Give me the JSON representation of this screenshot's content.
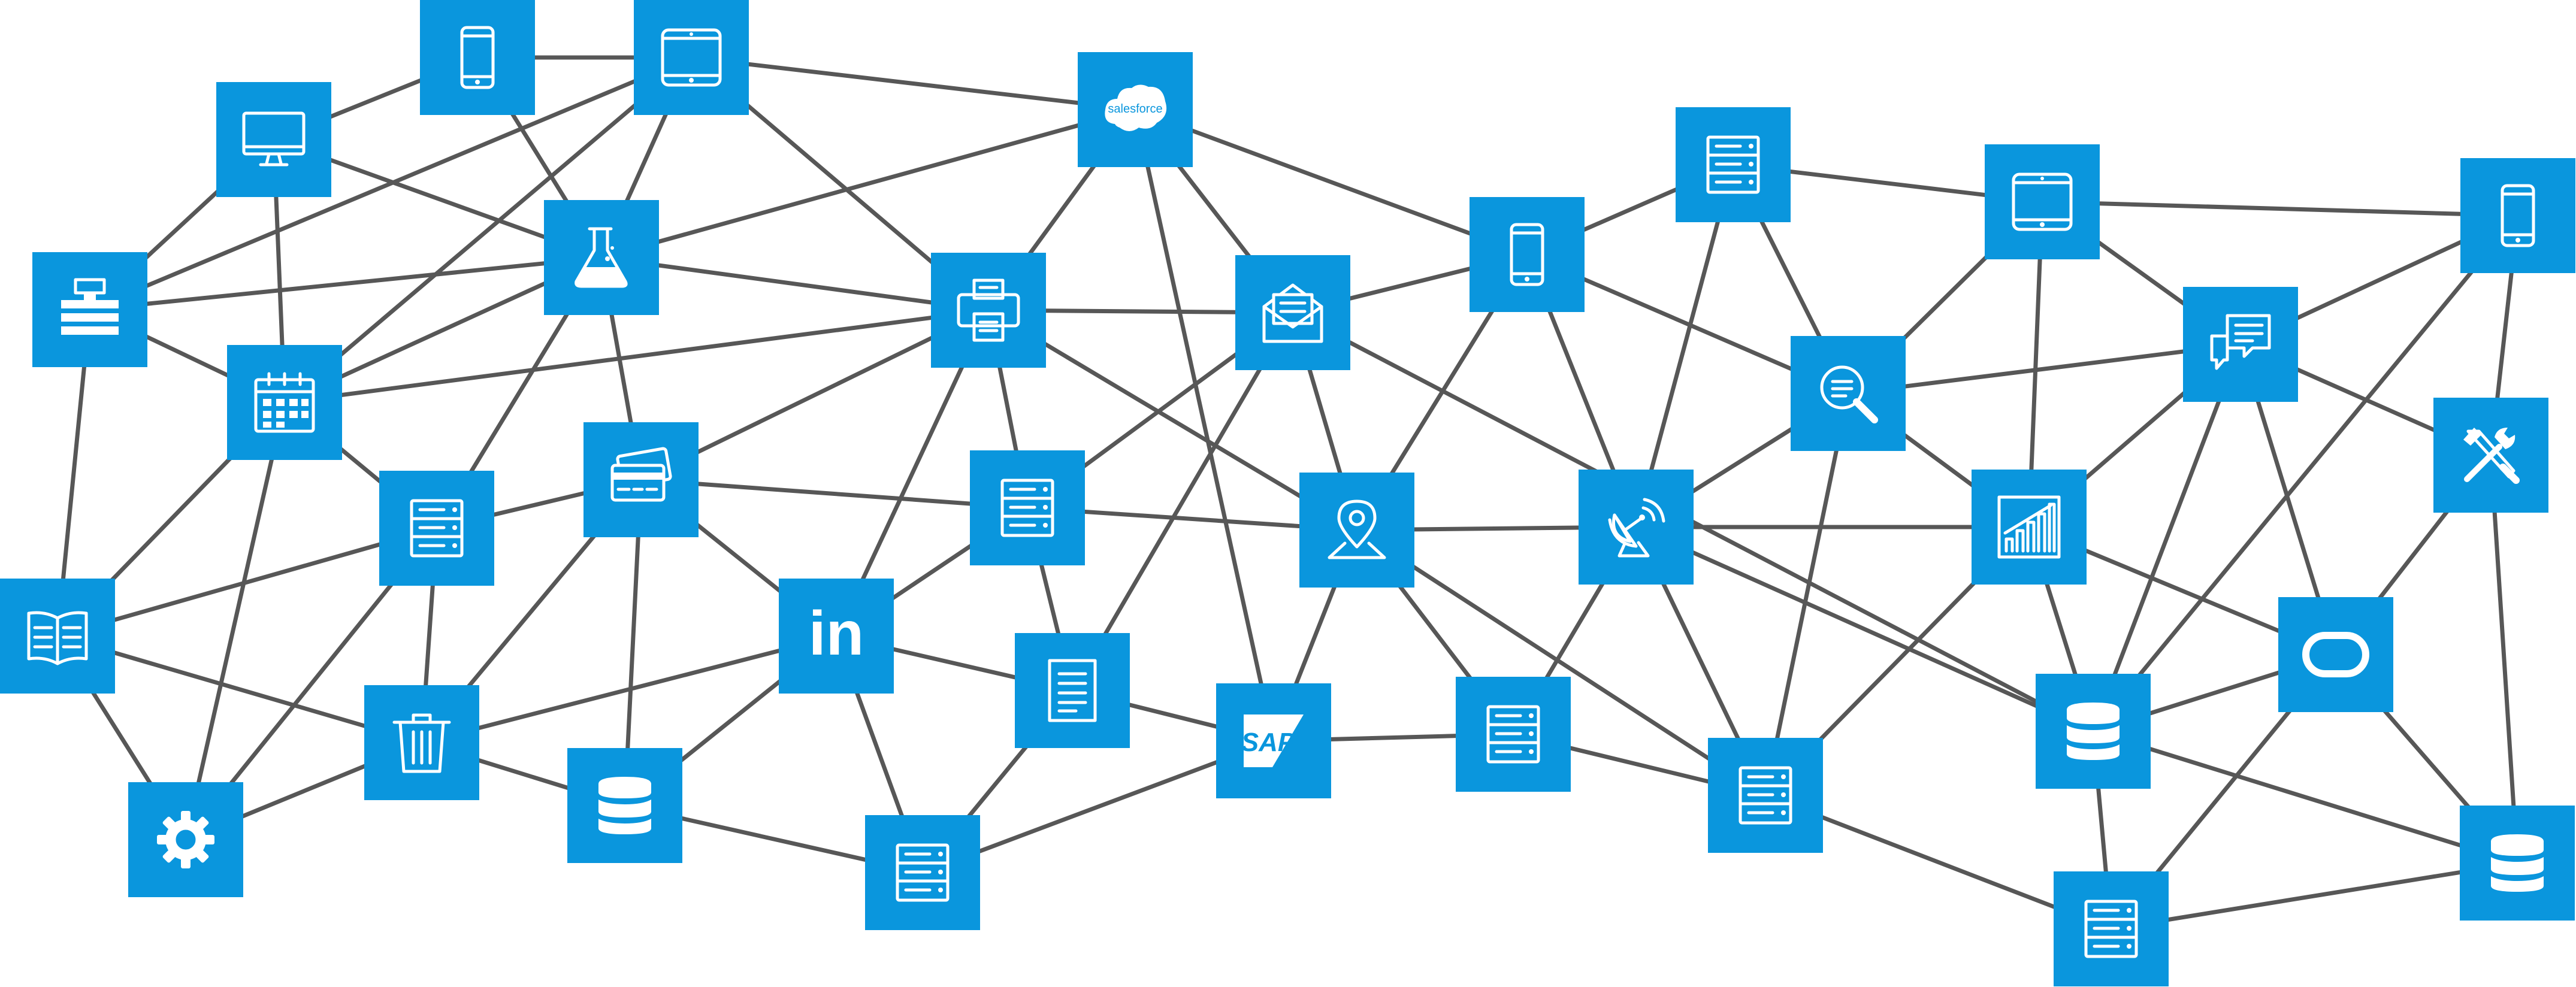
{
  "diagram": {
    "background": "#ffffff",
    "node_color": "#0a96dd",
    "edge_color": "#575757",
    "nodes": [
      {
        "id": "n1",
        "icon": "mobile-phone-icon"
      },
      {
        "id": "n2",
        "icon": "tablet-icon"
      },
      {
        "id": "n3",
        "icon": "salesforce-logo-icon",
        "text": "salesforce"
      },
      {
        "id": "n4",
        "icon": "desktop-monitor-icon"
      },
      {
        "id": "n5",
        "icon": "lab-flask-icon"
      },
      {
        "id": "n6",
        "icon": "printer-icon"
      },
      {
        "id": "n7",
        "icon": "calendar-icon"
      },
      {
        "id": "n8",
        "icon": "server-rack-icon"
      },
      {
        "id": "n9",
        "icon": "credit-card-icon"
      },
      {
        "id": "n10",
        "icon": "book-icon"
      },
      {
        "id": "n11",
        "icon": "trash-bin-icon"
      },
      {
        "id": "n12",
        "icon": "gear-icon"
      },
      {
        "id": "n13",
        "icon": "database-icon"
      },
      {
        "id": "n14",
        "icon": "linkedin-logo-icon",
        "text": "in"
      },
      {
        "id": "n15",
        "icon": "server-rack-icon"
      },
      {
        "id": "n16",
        "icon": "server-rack-icon"
      },
      {
        "id": "n17",
        "icon": "document-icon"
      },
      {
        "id": "n18",
        "icon": "sap-logo-icon",
        "text": "SAP"
      },
      {
        "id": "n19",
        "icon": "email-envelope-icon"
      },
      {
        "id": "n20",
        "icon": "map-pin-icon"
      },
      {
        "id": "n21",
        "icon": "mobile-phone-icon"
      },
      {
        "id": "n22",
        "icon": "server-rack-icon"
      },
      {
        "id": "n23",
        "icon": "satellite-dish-icon"
      },
      {
        "id": "n24",
        "icon": "server-rack-icon"
      },
      {
        "id": "n25",
        "icon": "search-document-icon"
      },
      {
        "id": "n26",
        "icon": "server-rack-icon"
      },
      {
        "id": "n27",
        "icon": "tablet-icon"
      },
      {
        "id": "n28",
        "icon": "bar-chart-icon"
      },
      {
        "id": "n29",
        "icon": "database-icon"
      },
      {
        "id": "n30",
        "icon": "server-rack-icon"
      },
      {
        "id": "n31",
        "icon": "chat-bubbles-icon"
      },
      {
        "id": "n32",
        "icon": "oracle-logo-icon"
      },
      {
        "id": "n33",
        "icon": "mobile-phone-icon"
      },
      {
        "id": "n34",
        "icon": "tools-icon"
      },
      {
        "id": "n35",
        "icon": "database-icon"
      }
    ],
    "edges": [
      [
        "n4",
        "n1"
      ],
      [
        "n1",
        "n2"
      ],
      [
        "n1",
        "n5"
      ],
      [
        "n4",
        "n5"
      ],
      [
        "n4",
        "n7"
      ],
      [
        "n4",
        "n0x"
      ],
      [
        "n2",
        "n3"
      ],
      [
        "n2",
        "n5"
      ],
      [
        "n2",
        "n7"
      ],
      [
        "n2",
        "n6"
      ],
      [
        "n2",
        "n0x"
      ],
      [
        "n3",
        "n21"
      ],
      [
        "n3",
        "n19"
      ],
      [
        "n3",
        "n18"
      ],
      [
        "n3",
        "n6"
      ],
      [
        "n3",
        "n5"
      ],
      [
        "n0x",
        "n5"
      ],
      [
        "n0x",
        "n7"
      ],
      [
        "n0x",
        "n10"
      ],
      [
        "n5",
        "n6"
      ],
      [
        "n5",
        "n8"
      ],
      [
        "n5",
        "n9"
      ],
      [
        "n5",
        "n7"
      ],
      [
        "n7",
        "n6"
      ],
      [
        "n7",
        "n8"
      ],
      [
        "n7",
        "n10"
      ],
      [
        "n7",
        "n12"
      ],
      [
        "n6",
        "n19"
      ],
      [
        "n6",
        "n20"
      ],
      [
        "n6",
        "n15"
      ],
      [
        "n6",
        "n14"
      ],
      [
        "n6",
        "n9"
      ],
      [
        "n8",
        "n9"
      ],
      [
        "n8",
        "n10"
      ],
      [
        "n8",
        "n11"
      ],
      [
        "n8",
        "n12"
      ],
      [
        "n9",
        "n15"
      ],
      [
        "n9",
        "n14"
      ],
      [
        "n9",
        "n13"
      ],
      [
        "n9",
        "n11"
      ],
      [
        "n10",
        "n11"
      ],
      [
        "n10",
        "n12"
      ],
      [
        "n11",
        "n12"
      ],
      [
        "n11",
        "n13"
      ],
      [
        "n11",
        "n14"
      ],
      [
        "n13",
        "n14"
      ],
      [
        "n13",
        "n16"
      ],
      [
        "n14",
        "n15"
      ],
      [
        "n14",
        "n16"
      ],
      [
        "n14",
        "n17"
      ],
      [
        "n15",
        "n20"
      ],
      [
        "n15",
        "n19"
      ],
      [
        "n15",
        "n17"
      ],
      [
        "n16",
        "n17"
      ],
      [
        "n16",
        "n18"
      ],
      [
        "n17",
        "n19"
      ],
      [
        "n17",
        "n18"
      ],
      [
        "n18",
        "n20"
      ],
      [
        "n18",
        "n22"
      ],
      [
        "n19",
        "n21"
      ],
      [
        "n19",
        "n20"
      ],
      [
        "n19",
        "n29"
      ],
      [
        "n20",
        "n23"
      ],
      [
        "n20",
        "n22"
      ],
      [
        "n20",
        "n24"
      ],
      [
        "n21",
        "n26"
      ],
      [
        "n21",
        "n25"
      ],
      [
        "n21",
        "n23"
      ],
      [
        "n21",
        "n20"
      ],
      [
        "n22",
        "n23"
      ],
      [
        "n22",
        "n24"
      ],
      [
        "n23",
        "n26"
      ],
      [
        "n23",
        "n25"
      ],
      [
        "n23",
        "n28"
      ],
      [
        "n23",
        "n29"
      ],
      [
        "n23",
        "n24"
      ],
      [
        "n24",
        "n28"
      ],
      [
        "n24",
        "n25"
      ],
      [
        "n24",
        "n30"
      ],
      [
        "n25",
        "n26"
      ],
      [
        "n25",
        "n31"
      ],
      [
        "n25",
        "n28"
      ],
      [
        "n26",
        "n27"
      ],
      [
        "n27",
        "n33"
      ],
      [
        "n27",
        "n28"
      ],
      [
        "n27",
        "n31"
      ],
      [
        "n27",
        "n25"
      ],
      [
        "n28",
        "n32"
      ],
      [
        "n28",
        "n29"
      ],
      [
        "n28",
        "n31"
      ],
      [
        "n29",
        "n32"
      ],
      [
        "n29",
        "n30"
      ],
      [
        "n29",
        "n35"
      ],
      [
        "n29",
        "n31"
      ],
      [
        "n30",
        "n35"
      ],
      [
        "n30",
        "n32"
      ],
      [
        "n31",
        "n34"
      ],
      [
        "n31",
        "n32"
      ],
      [
        "n31",
        "n33"
      ],
      [
        "n32",
        "n34"
      ],
      [
        "n32",
        "n35"
      ],
      [
        "n33",
        "n34"
      ],
      [
        "n33",
        "n29"
      ],
      [
        "n34",
        "n35"
      ]
    ],
    "extra_nodes": [
      {
        "id": "n0x",
        "icon": "cash-register-icon"
      }
    ]
  }
}
